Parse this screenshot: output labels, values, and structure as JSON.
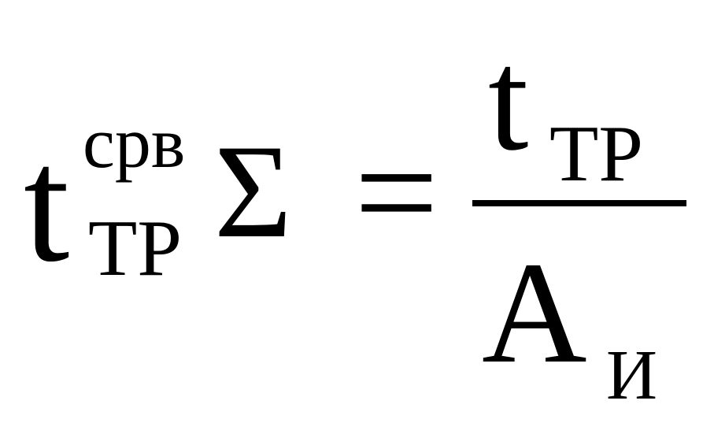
{
  "formula": {
    "lhs": {
      "base": "t",
      "superscript": "срв",
      "subscript": "ТР",
      "operator": "Σ"
    },
    "relation": "=",
    "rhs": {
      "numerator": {
        "base": "t",
        "subscript": "ТР"
      },
      "denominator": {
        "base": "А",
        "subscript": "И"
      }
    }
  }
}
